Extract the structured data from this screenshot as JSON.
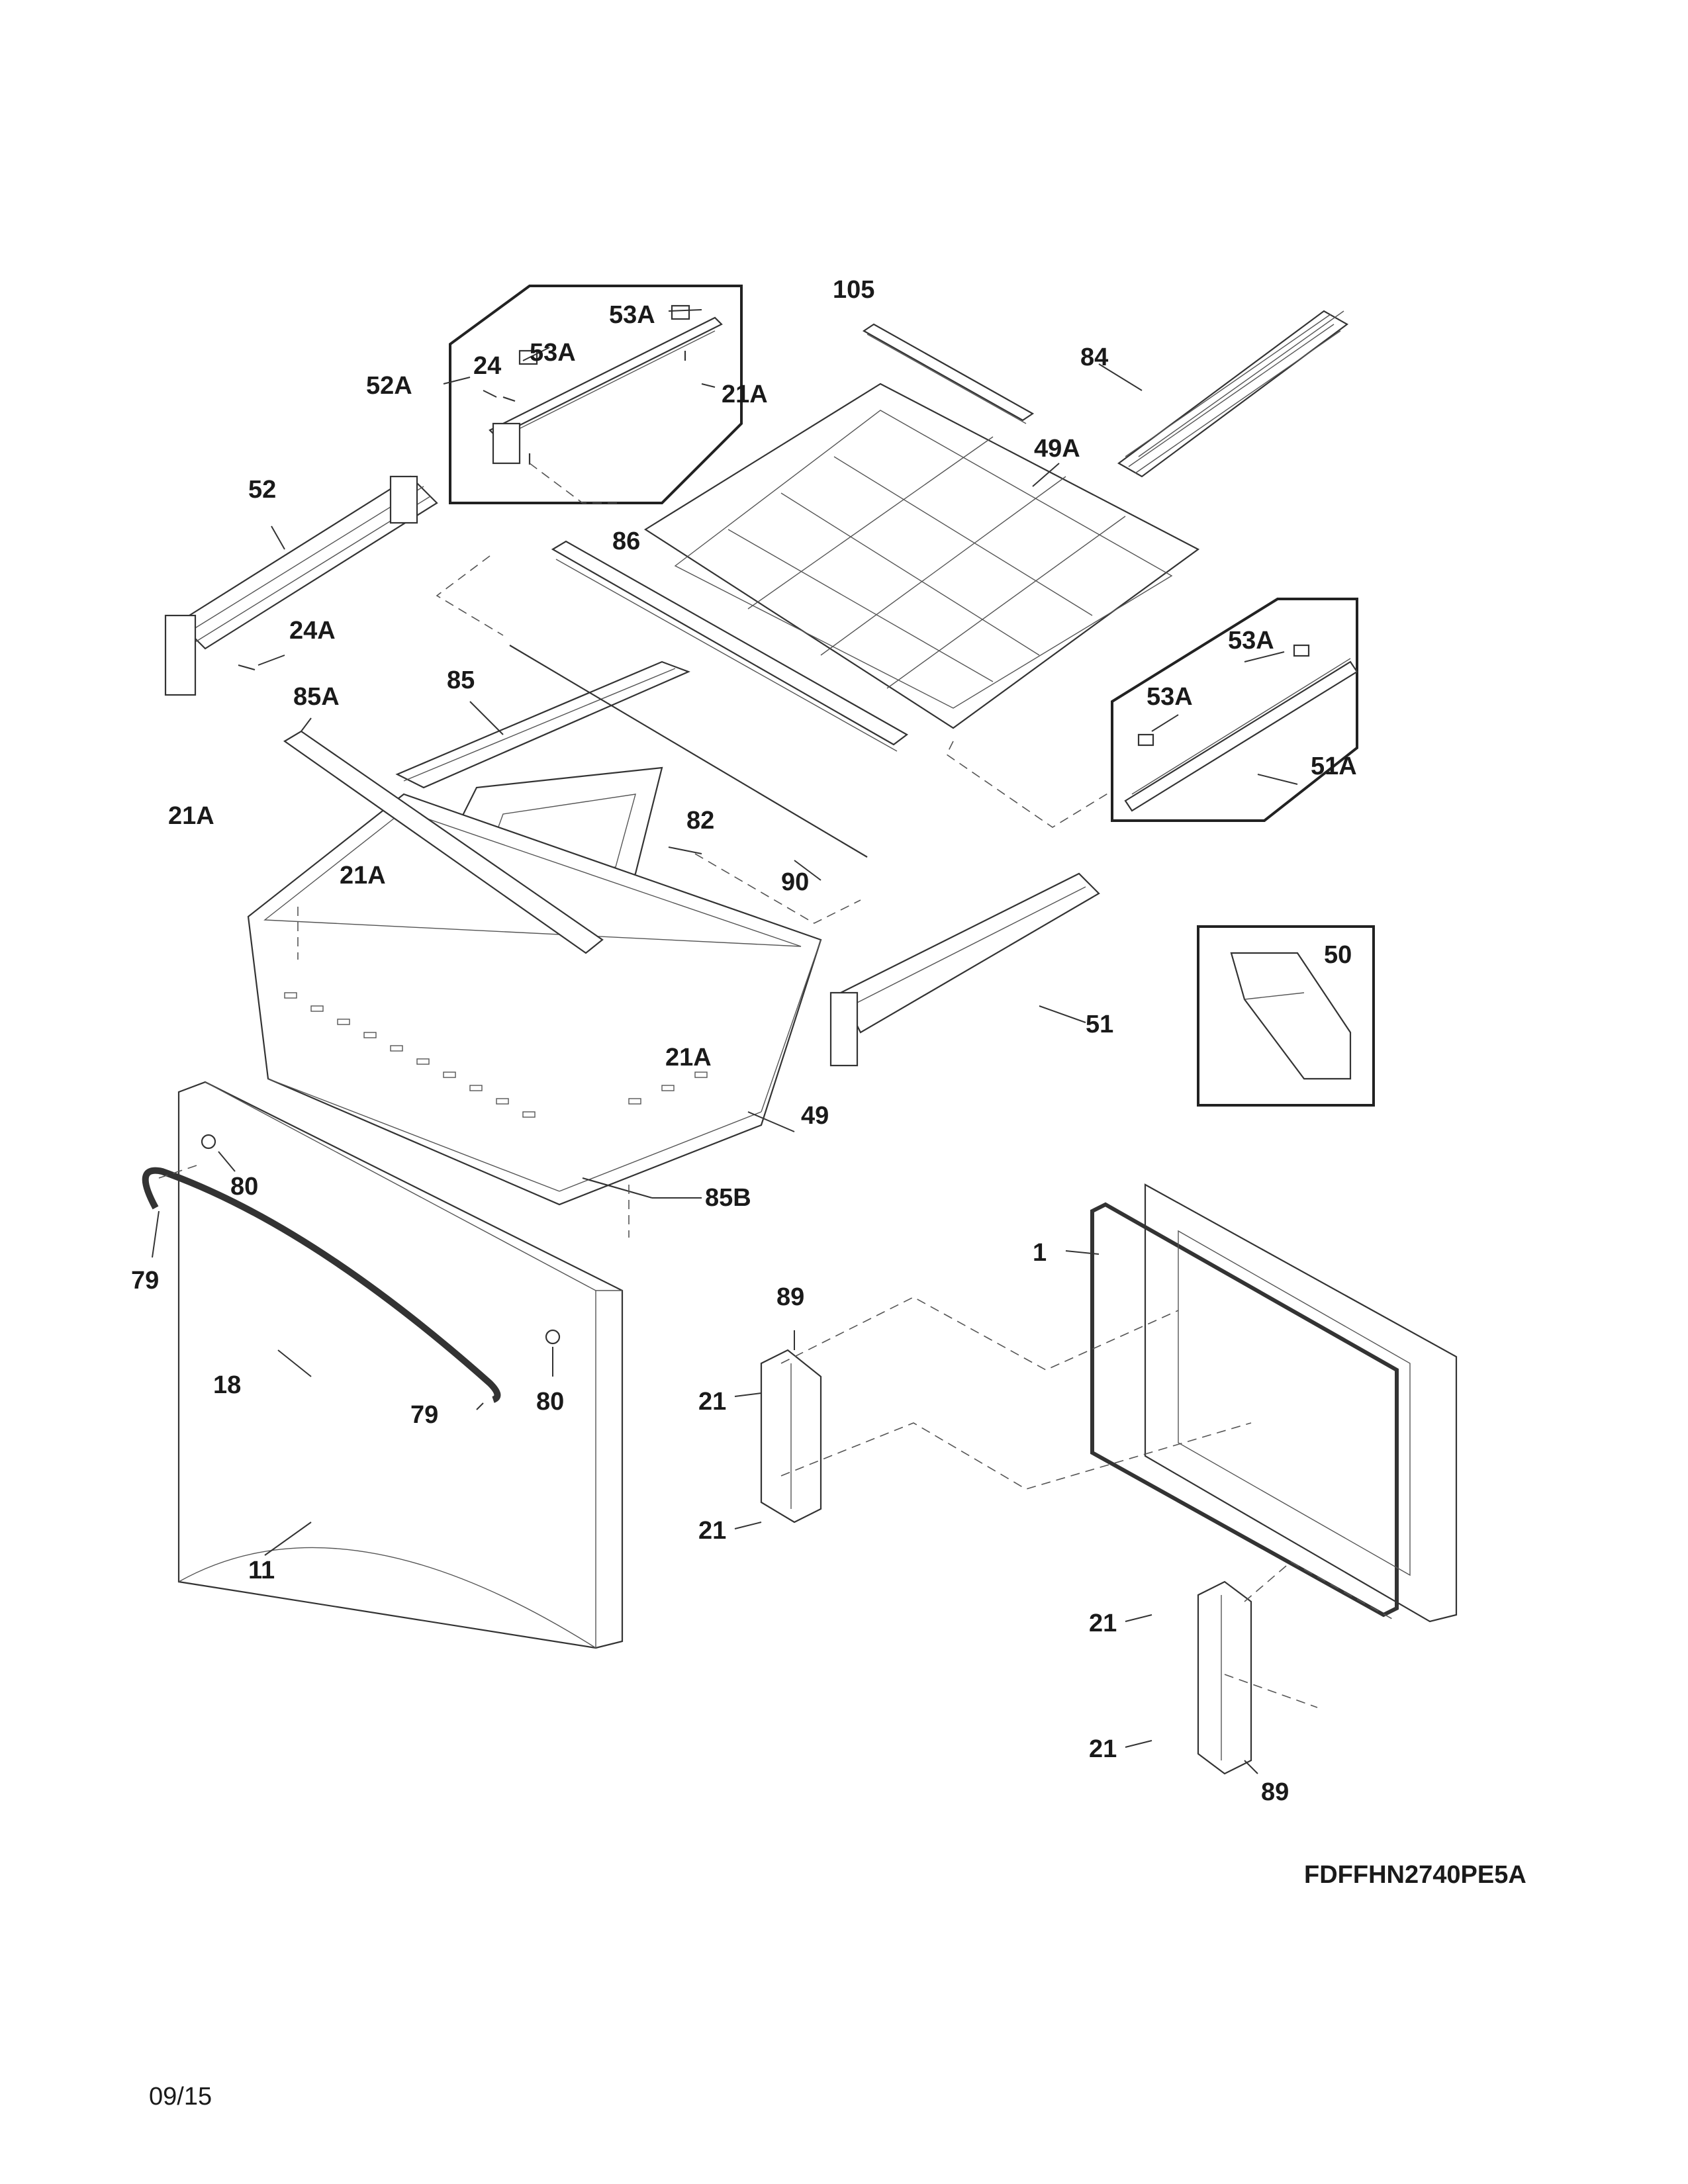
{
  "model_code": "FDFFHN2740PE5A",
  "date_code": "09/15",
  "parts": {
    "p105": "105",
    "p84": "84",
    "p53A_a": "53A",
    "p53A_b": "53A",
    "p53A_c": "53A",
    "p53A_d": "53A",
    "p24": "24",
    "p52A": "52A",
    "p21A_a": "21A",
    "p21A_b": "21A",
    "p21A_c": "21A",
    "p21A_d": "21A",
    "p49A": "49A",
    "p52": "52",
    "p86": "86",
    "p24A": "24A",
    "p85": "85",
    "p85A": "85A",
    "p51A": "51A",
    "p82": "82",
    "p90": "90",
    "p50": "50",
    "p51": "51",
    "p49": "49",
    "p80_a": "80",
    "p80_b": "80",
    "p85B": "85B",
    "p79_a": "79",
    "p79_b": "79",
    "p89_a": "89",
    "p89_b": "89",
    "p1": "1",
    "p18": "18",
    "p21_a": "21",
    "p21_b": "21",
    "p21_c": "21",
    "p21_d": "21",
    "p11": "11"
  }
}
